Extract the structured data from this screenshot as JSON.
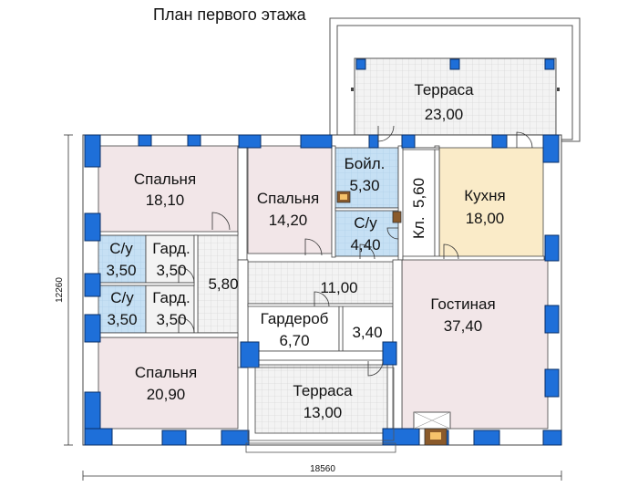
{
  "title": "План первого этажа",
  "colors": {
    "wall": "#1e6fd9",
    "wall_outline": "#0a2f66",
    "bedroom": "#f2e6e8",
    "bathroom": "#c9e2f5",
    "kitchen": "#faebc8",
    "tile": "#e8e8e8",
    "plain": "#ffffff"
  },
  "rooms": {
    "bedroom1": {
      "name": "Спальня",
      "area": "18,10"
    },
    "bedroom2": {
      "name": "Спальня",
      "area": "14,20"
    },
    "boiler": {
      "name": "Бойл.",
      "area": "5,30"
    },
    "bath_mid": {
      "name": "С/у",
      "area": "4,40"
    },
    "pantry": {
      "name": "Кл.",
      "area": "5,60"
    },
    "kitchen": {
      "name": "Кухня",
      "area": "18,00"
    },
    "bath1": {
      "name": "С/у",
      "area": "3,50"
    },
    "ward1": {
      "name": "Гард.",
      "area": "3,50"
    },
    "bath2": {
      "name": "С/у",
      "area": "3,50"
    },
    "ward2": {
      "name": "Гард.",
      "area": "3,50"
    },
    "hall": {
      "area": "5,80"
    },
    "corridor": {
      "area": "11,00"
    },
    "wardrobe": {
      "name": "Гардероб",
      "area": "6,70"
    },
    "small": {
      "area": "3,40"
    },
    "living": {
      "name": "Гостиная",
      "area": "37,40"
    },
    "bedroom3": {
      "name": "Спальня",
      "area": "20,90"
    },
    "terrace_top": {
      "name": "Терраса",
      "area": "23,00"
    },
    "terrace_bottom": {
      "name": "Терраса",
      "area": "13,00"
    }
  },
  "dimensions": {
    "width": "18560",
    "height": "12260"
  }
}
